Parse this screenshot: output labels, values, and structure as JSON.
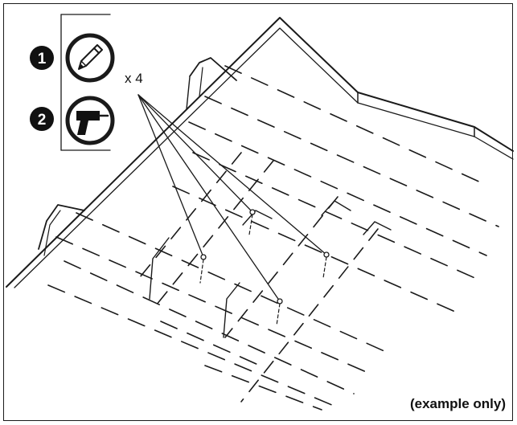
{
  "steps": [
    {
      "number": "1",
      "icon": "pencil-icon"
    },
    {
      "number": "2",
      "icon": "drill-icon"
    }
  ],
  "quantity_label": "x 4",
  "note": "(example only)",
  "colors": {
    "line": "#1a1a1a",
    "background": "#ffffff"
  }
}
